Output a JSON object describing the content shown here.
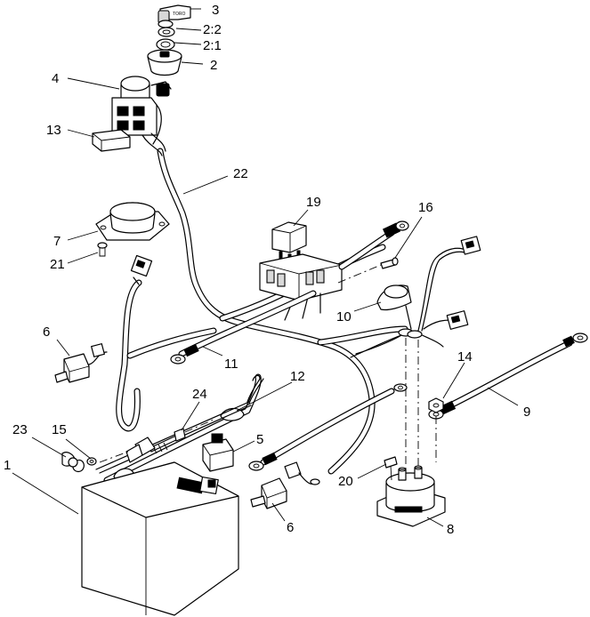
{
  "callouts": {
    "c1": "1",
    "c2": "2",
    "c2_1": "2:1",
    "c2_2": "2:2",
    "c3": "3",
    "c4": "4",
    "c5": "5",
    "c6a": "6",
    "c6b": "6",
    "c7": "7",
    "c8": "8",
    "c9": "9",
    "c10": "10",
    "c11": "11",
    "c12": "12",
    "c13": "13",
    "c14": "14",
    "c15": "15",
    "c16": "16",
    "c19": "19",
    "c20": "20",
    "c21": "21",
    "c22": "22",
    "c23": "23",
    "c24": "24"
  },
  "key_label": "TORO"
}
